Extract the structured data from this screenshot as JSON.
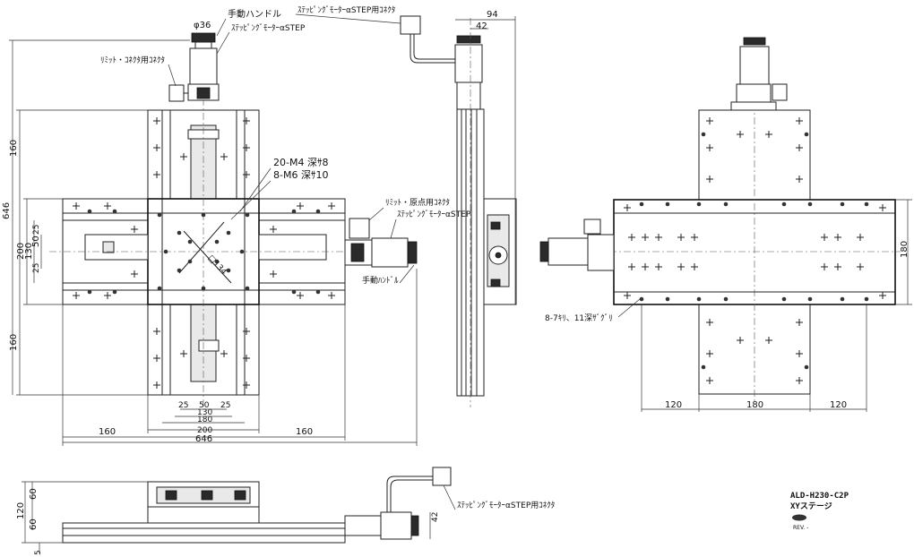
{
  "labels": {
    "handle_top": "手動ハンドル",
    "phi36": "φ36",
    "motor_top": "ｽﾃｯﾋﾟﾝｸﾞﾓｰﾀｰαSTEP",
    "limit_conn": "ﾘﾐｯﾄ・ｺﾈｸﾀ用ｺﾈｸﾀ",
    "m4": "20-M4 深ｻ8",
    "m6": "8-M6 深ｻ10",
    "pcd": "□134",
    "side_motor_conn": "ｽﾃｯﾋﾟﾝｸﾞﾓｰﾀｰαSTEP用ｺﾈｸﾀ",
    "origin_conn": "ﾘﾐｯﾄ・原点用ｺﾈｸﾀ",
    "motor_mid": "ｽﾃｯﾋﾟﾝｸﾞﾓｰﾀｰαSTEP",
    "handle_mid": "手動ﾊﾝﾄﾞﾙ",
    "holes_note": "8-7ｷﾘ、11深ｻﾞｸﾞﾘ",
    "bottom_conn": "ｽﾃｯﾋﾟﾝｸﾞﾓｰﾀｰαSTEP用ｺﾈｸﾀ"
  },
  "dims": {
    "d94": "94",
    "d42": "42",
    "d160a": "160",
    "d646v": "646",
    "d200v": "200",
    "d130v": "130",
    "d50v": "50",
    "d25va": "25",
    "d25vb": "25",
    "d160b": "160",
    "h25a": "25",
    "h50": "50",
    "h25b": "25",
    "h130": "130",
    "h180": "180",
    "h200": "200",
    "h160l": "160",
    "h160r": "160",
    "h646": "646",
    "r120a": "120",
    "r180": "180",
    "r120b": "120",
    "r180v": "180",
    "b60a": "60",
    "b120": "120",
    "b60b": "60",
    "b5": "5",
    "b42": "42"
  },
  "title_block": {
    "model": "ALD-H230-C2P",
    "name": "XYステージ",
    "rev": "REV. -"
  }
}
